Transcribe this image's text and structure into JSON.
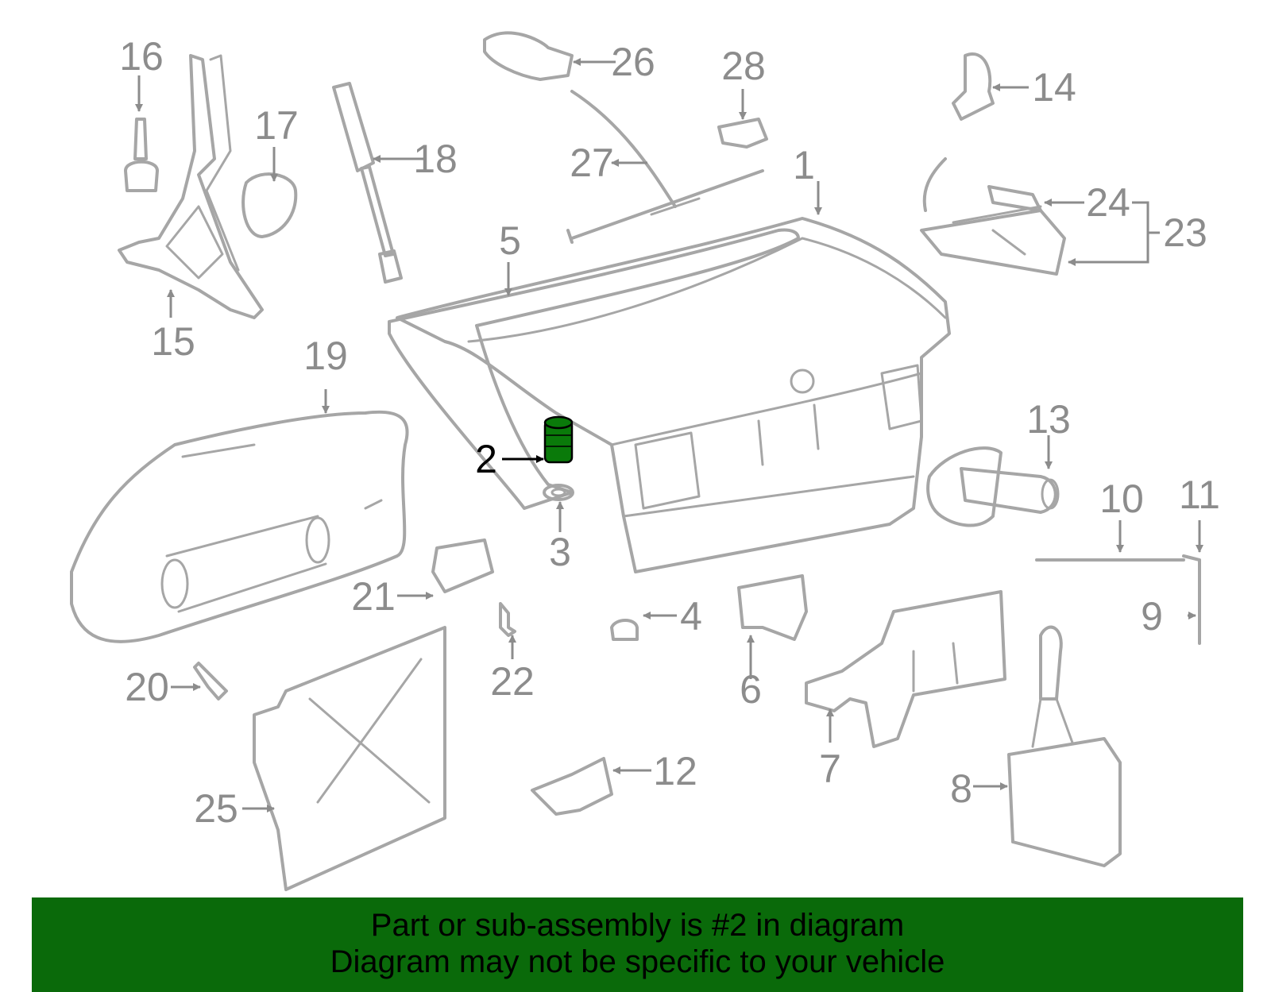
{
  "callouts": {
    "c1": "1",
    "c2": "2",
    "c3": "3",
    "c4": "4",
    "c5": "5",
    "c6": "6",
    "c7": "7",
    "c8": "8",
    "c9": "9",
    "c10": "10",
    "c11": "11",
    "c12": "12",
    "c13": "13",
    "c14": "14",
    "c15": "15",
    "c16": "16",
    "c17": "17",
    "c18": "18",
    "c19": "19",
    "c20": "20",
    "c21": "21",
    "c22": "22",
    "c23": "23",
    "c24": "24",
    "c25": "25",
    "c26": "26",
    "c27": "27",
    "c28": "28"
  },
  "highlight": {
    "part_number": "2",
    "color": "#0a6a0a"
  },
  "banner": {
    "line1": "Part or sub-assembly is #2 in diagram",
    "line2": "Diagram may not be specific to your vehicle",
    "background": "#0a6a0a"
  }
}
